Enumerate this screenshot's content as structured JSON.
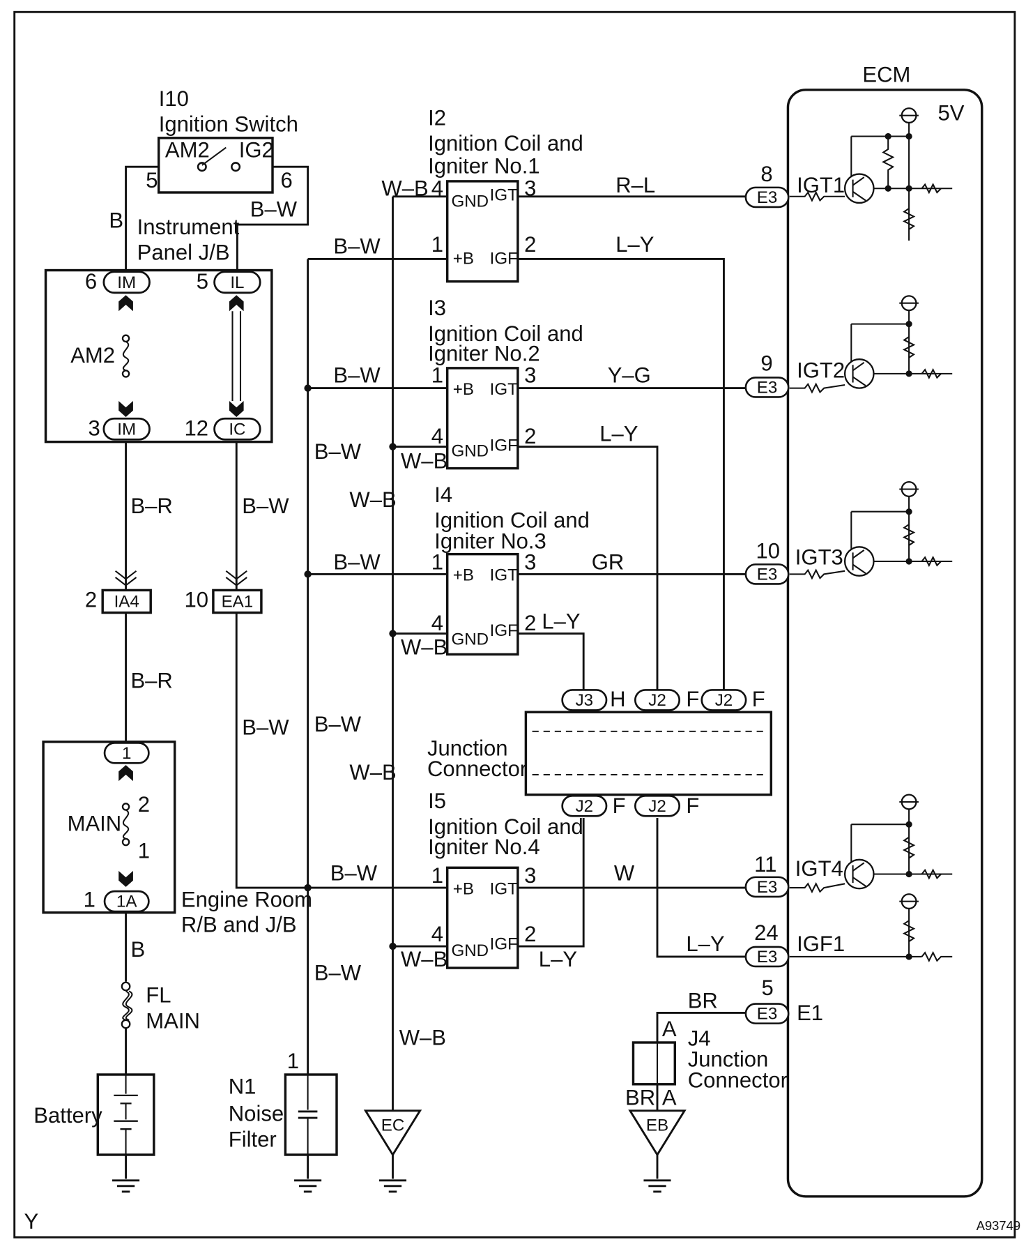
{
  "ignition_switch": {
    "code": "I10",
    "name": "Ignition Switch",
    "left": "AM2",
    "right": "IG2",
    "pin_left": "5",
    "pin_right": "6"
  },
  "instrument_jb": {
    "name1": "Instrument",
    "name2": "Panel J/B",
    "im_top_pin": "6",
    "im_top": "IM",
    "il_pin": "5",
    "il": "IL",
    "fuse": "AM2",
    "im_bot_pin": "3",
    "im_bot": "IM",
    "ic_pin": "12",
    "ic": "IC"
  },
  "wires": {
    "b": "B",
    "b_w_top": "B–W",
    "b_r_1": "B–R",
    "b_w_1": "B–W",
    "b_r_2": "B–R",
    "b_w_2": "B–W",
    "b_bottom": "B",
    "bw_c1": "B–W",
    "bw_c2": "B–W",
    "bw_c3": "B–W",
    "bw_c4": "B–W",
    "bw_v1": "B–W",
    "bw_v2": "B–W",
    "bw_v3": "B–W",
    "wb_c1": "W–B",
    "wb_c2": "W–B",
    "wb_c3": "W–B",
    "wb_c4": "W–B",
    "wb_v1": "W–B",
    "wb_v2": "W–B",
    "wb_v3": "W–B",
    "rl": "R–L",
    "ly_1": "L–Y",
    "yg": "Y–G",
    "ly_2": "L–Y",
    "gr": "GR",
    "ly_3": "L–Y",
    "w": "W",
    "ly_4": "L–Y",
    "ly_5": "L–Y",
    "br_1": "BR",
    "br_2": "BR"
  },
  "connectors": {
    "ia4_pin": "2",
    "ia4": "IA4",
    "ea1_pin": "10",
    "ea1": "EA1"
  },
  "engine_room": {
    "name1": "Engine Room",
    "name2": "R/B and J/B",
    "top": "1",
    "fuse": "MAIN",
    "fuse_pin2": "2",
    "fuse_pin1": "1",
    "bot_pin": "1",
    "bot": "1A"
  },
  "fl_main": {
    "l1": "FL",
    "l2": "MAIN"
  },
  "battery": "Battery",
  "noise_filter": {
    "pin": "1",
    "code": "N1",
    "l1": "Noise",
    "l2": "Filter"
  },
  "grounds": {
    "ec": "EC",
    "eb": "EB"
  },
  "coils": [
    {
      "code": "I2",
      "l1": "Ignition Coil and",
      "l2": "Igniter No.1"
    },
    {
      "code": "I3",
      "l1": "Ignition Coil and",
      "l2": "Igniter No.2"
    },
    {
      "code": "I4",
      "l1": "Ignition Coil and",
      "l2": "Igniter No.3"
    },
    {
      "code": "I5",
      "l1": "Ignition Coil and",
      "l2": "Igniter No.4"
    }
  ],
  "coil_pins": {
    "gnd": "GND",
    "igt": "IGT",
    "igf": "IGF",
    "b": "+B",
    "p1": "1",
    "p2": "2",
    "p3": "3",
    "p4": "4"
  },
  "junction": {
    "l1": "Junction",
    "l2": "Connector",
    "j3": "J3",
    "h": "H",
    "j2": "J2",
    "f": "F"
  },
  "ecm": {
    "title": "ECM",
    "v5": "5V",
    "e3": "E3",
    "pins": [
      {
        "num": "8",
        "label": "IGT1"
      },
      {
        "num": "9",
        "label": "IGT2"
      },
      {
        "num": "10",
        "label": "IGT3"
      },
      {
        "num": "11",
        "label": "IGT4"
      },
      {
        "num": "24",
        "label": "IGF1"
      },
      {
        "num": "5",
        "label": "E1"
      }
    ]
  },
  "j4": {
    "code": "J4",
    "l1": "Junction",
    "l2": "Connector",
    "a": "A"
  },
  "footer": {
    "left": "Y",
    "right": "A93749"
  }
}
